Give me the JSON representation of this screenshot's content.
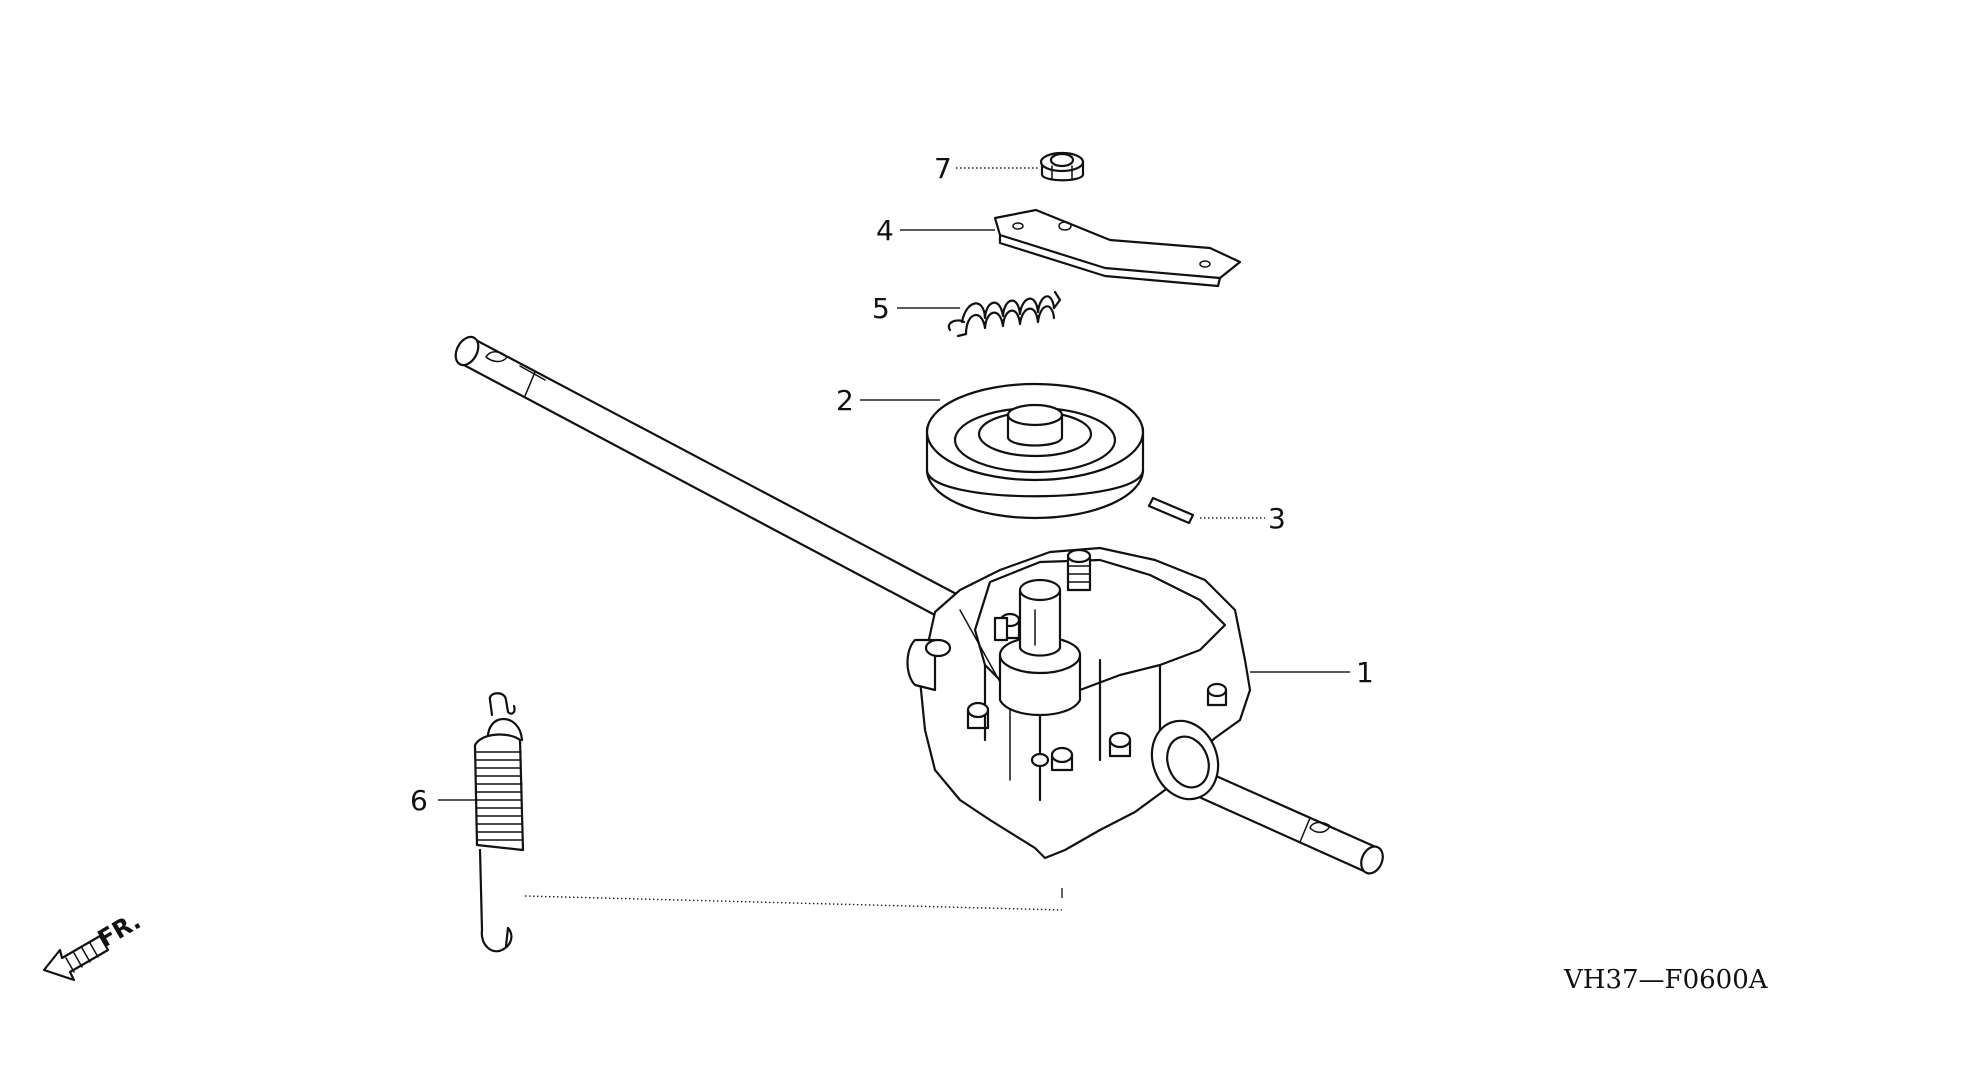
{
  "parts": [
    {
      "number": "1",
      "name": "gearbox"
    },
    {
      "number": "2",
      "name": "pulley"
    },
    {
      "number": "3",
      "name": "key"
    },
    {
      "number": "4",
      "name": "plate"
    },
    {
      "number": "5",
      "name": "torsion-spring"
    },
    {
      "number": "6",
      "name": "tension-spring"
    },
    {
      "number": "7",
      "name": "nut"
    }
  ],
  "direction_label": "FR.",
  "diagram_code": "VH37—F0600A"
}
